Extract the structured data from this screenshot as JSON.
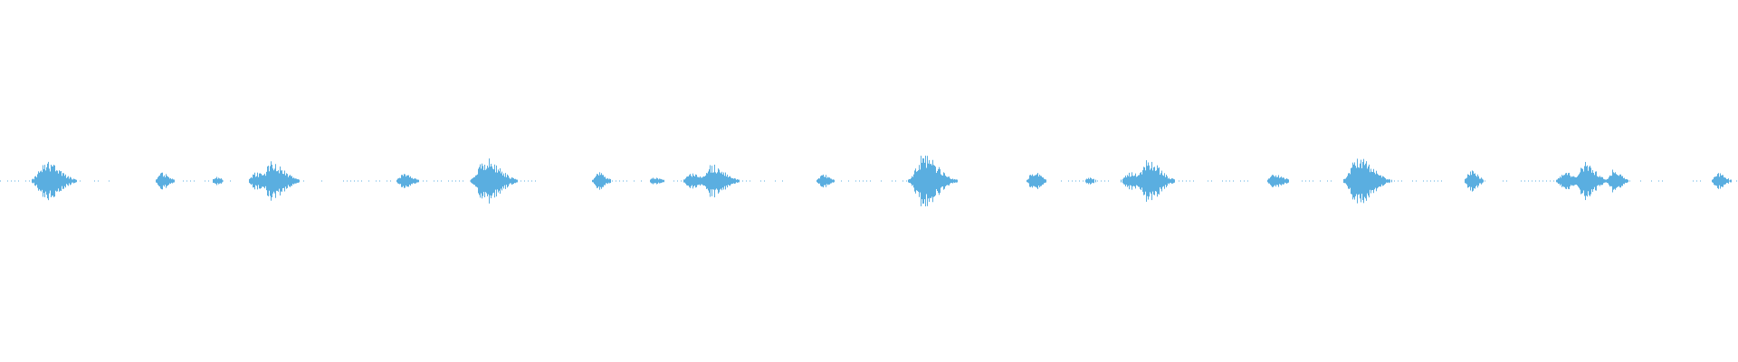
{
  "waveform": {
    "color": "#5aaee0",
    "background": "#ffffff",
    "samples": 1920,
    "amplitude_range": [
      -1,
      1
    ],
    "noise_floor": 0.004,
    "events": [
      {
        "center": 0.026,
        "peak": 0.11,
        "width": 0.008
      },
      {
        "center": 0.093,
        "peak": 0.05,
        "width": 0.004
      },
      {
        "center": 0.124,
        "peak": 0.025,
        "width": 0.003
      },
      {
        "center": 0.147,
        "peak": 0.05,
        "width": 0.005
      },
      {
        "center": 0.156,
        "peak": 0.11,
        "width": 0.007
      },
      {
        "center": 0.232,
        "peak": 0.04,
        "width": 0.005
      },
      {
        "center": 0.279,
        "peak": 0.13,
        "width": 0.008
      },
      {
        "center": 0.344,
        "peak": 0.05,
        "width": 0.004
      },
      {
        "center": 0.376,
        "peak": 0.02,
        "width": 0.004
      },
      {
        "center": 0.398,
        "peak": 0.05,
        "width": 0.006
      },
      {
        "center": 0.409,
        "peak": 0.1,
        "width": 0.007
      },
      {
        "center": 0.473,
        "peak": 0.04,
        "width": 0.004
      },
      {
        "center": 0.531,
        "peak": 0.15,
        "width": 0.008
      },
      {
        "center": 0.594,
        "peak": 0.06,
        "width": 0.004
      },
      {
        "center": 0.626,
        "peak": 0.02,
        "width": 0.003
      },
      {
        "center": 0.65,
        "peak": 0.05,
        "width": 0.006
      },
      {
        "center": 0.66,
        "peak": 0.12,
        "width": 0.007
      },
      {
        "center": 0.733,
        "peak": 0.04,
        "width": 0.005
      },
      {
        "center": 0.781,
        "peak": 0.14,
        "width": 0.008
      },
      {
        "center": 0.846,
        "peak": 0.06,
        "width": 0.004
      },
      {
        "center": 0.9,
        "peak": 0.06,
        "width": 0.005
      },
      {
        "center": 0.911,
        "peak": 0.11,
        "width": 0.006
      },
      {
        "center": 0.928,
        "peak": 0.07,
        "width": 0.004
      },
      {
        "center": 0.988,
        "peak": 0.05,
        "width": 0.004
      }
    ],
    "dotted_segments": [
      [
        0.0,
        0.065
      ],
      [
        0.097,
        0.135
      ],
      [
        0.16,
        0.31
      ],
      [
        0.34,
        0.455
      ],
      [
        0.478,
        0.555
      ],
      [
        0.598,
        0.64
      ],
      [
        0.666,
        0.77
      ],
      [
        0.79,
        0.83
      ],
      [
        0.85,
        0.96
      ],
      [
        0.97,
        1.0
      ]
    ]
  }
}
